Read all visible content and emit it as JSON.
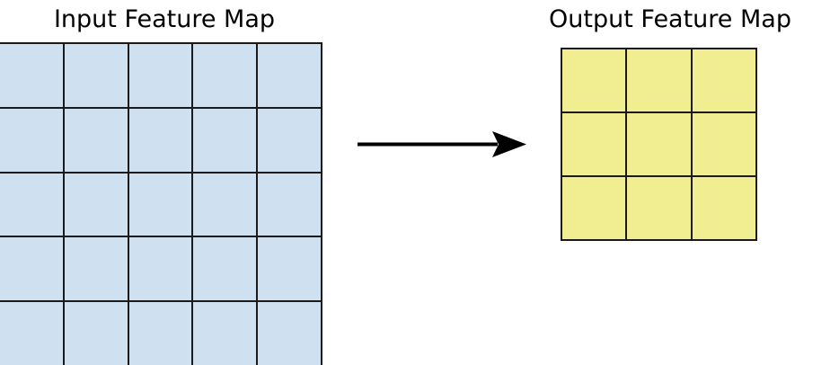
{
  "diagram": {
    "title_left": "Input Feature Map",
    "title_right": "Output Feature Map",
    "arrow_icon": "right-arrow-icon"
  },
  "chart_data": {
    "type": "diagram",
    "title": "",
    "grids": [
      {
        "name": "input-feature-map",
        "label": "Input Feature Map",
        "rows": 5,
        "columns": 5,
        "cell_count": 25,
        "fill_color": "#cfe0f1",
        "line_color": "#1a1a1a"
      },
      {
        "name": "output-feature-map",
        "label": "Output Feature Map",
        "rows": 3,
        "columns": 3,
        "cell_count": 9,
        "fill_color": "#f0ee90",
        "line_color": "#1a1a1a"
      }
    ],
    "connector": {
      "type": "arrow",
      "direction": "right",
      "from": "input-feature-map",
      "to": "output-feature-map",
      "color": "#000000",
      "label": ""
    },
    "background": "#ffffff"
  }
}
